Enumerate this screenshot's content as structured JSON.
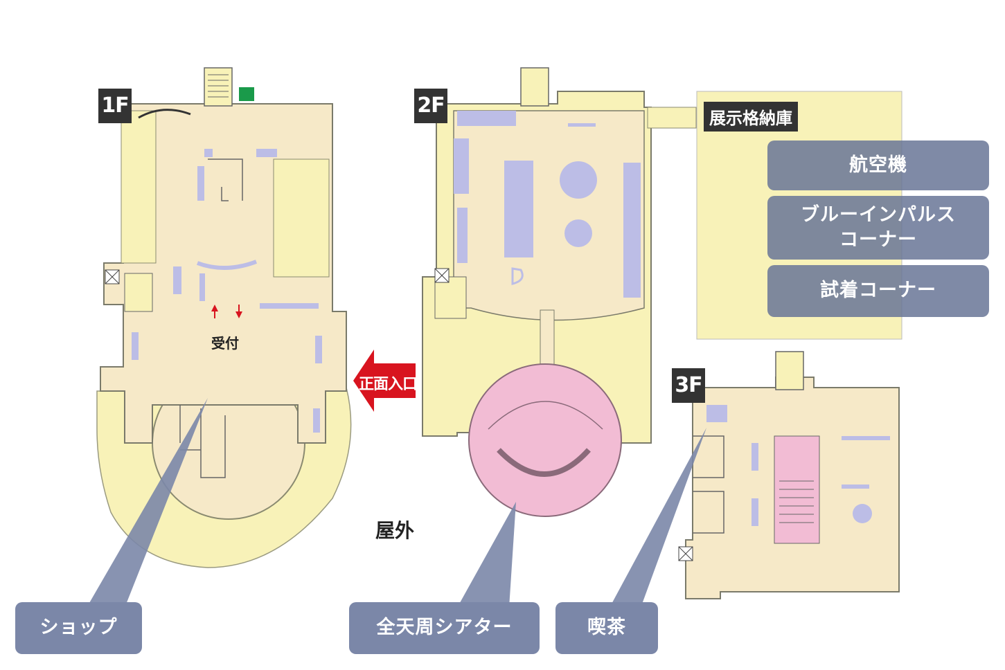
{
  "floors": {
    "f1": "1F",
    "f2": "2F",
    "f3": "3F"
  },
  "map_labels": {
    "reception": "受付",
    "main_entrance": "正面入口",
    "outdoor": "屋外",
    "storage": "展示格納庫"
  },
  "storage_zones": [
    "航空機",
    "ブルーインパルス\nコーナー",
    "試着コーナー"
  ],
  "callouts": {
    "shop": "ショップ",
    "theater": "全天周シアター",
    "cafe": "喫茶"
  },
  "colors": {
    "floor": "#f6e9c8",
    "walkway": "#f5e0d6",
    "outer": "#f8f2b8",
    "furniture": "#bcbde6",
    "theater": "#f2bcd4",
    "callout": "#7b87a8",
    "entrance_arrow": "#d8141f",
    "exit_sign": "#1a9a4a"
  },
  "icons": [
    "exit-sign-icon",
    "elevator-icon",
    "stairs-icon",
    "entrance-arrow-icon"
  ]
}
